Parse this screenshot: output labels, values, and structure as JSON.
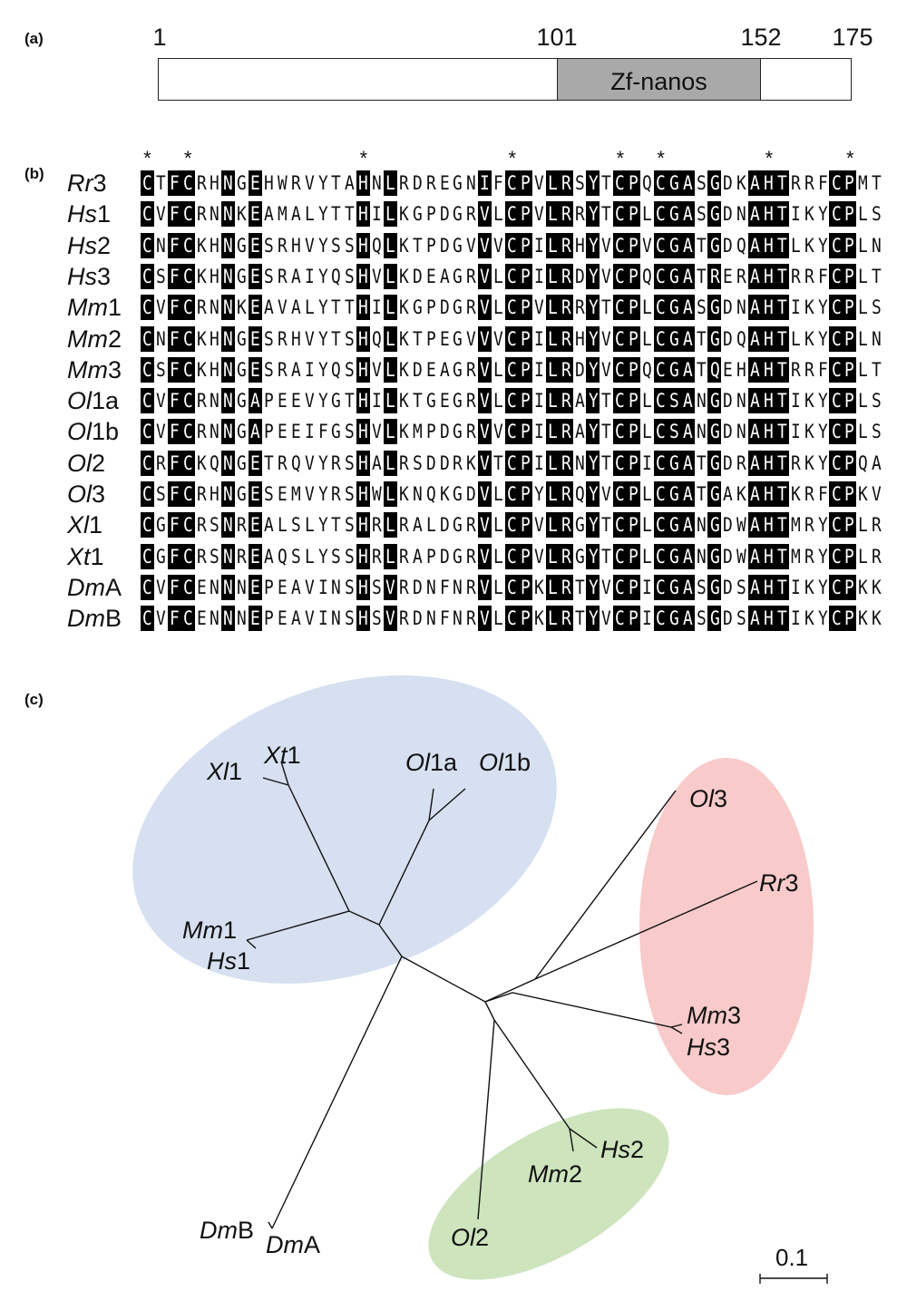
{
  "panel_a": {
    "label": "(a)",
    "positions": [
      "1",
      "101",
      "152",
      "175"
    ],
    "domain_label": "Zf-nanos"
  },
  "panel_b": {
    "label": "(b)",
    "conserved_marker": "*",
    "rows": [
      {
        "genus": "Rr",
        "suffix": "3",
        "seq": "CTFCRHNGEHWRVYTAHNLRDREGNIFCPVLRSYTCPQCGASGDKAHTRRFCPMT"
      },
      {
        "genus": "Hs",
        "suffix": "1",
        "seq": "CVFCRNNKEAMALYTTHILKGPDGRVLCPVLRRYTCPLCGASGDNAHTIKYCPLS"
      },
      {
        "genus": "Hs",
        "suffix": "2",
        "seq": "CNFCKHNGESRHVYSSHQLKTPDGVVVCPILRHYVCPVCGATGDQAHTLKYCPLN"
      },
      {
        "genus": "Hs",
        "suffix": "3",
        "seq": "CSFCKHNGESRAIYQSHVLKDEAGRVLCPILRDYVCPQCGATRERAHTRRFCPLT"
      },
      {
        "genus": "Mm",
        "suffix": "1",
        "seq": "CVFCRNNKEAVALYTTHILKGPDGRVLCPVLRRYTCPLCGASGDNAHTIKYCPLS"
      },
      {
        "genus": "Mm",
        "suffix": "2",
        "seq": "CNFCKHNGESRHVYTSHQLKTPEGVVVCPILRHYVCPLCGATGDQAHTLKYCPLN"
      },
      {
        "genus": "Mm",
        "suffix": "3",
        "seq": "CSFCKHNGESRAIYQSHVLKDEAGRVLCPILRDYVCPQCGATQEHAHTRRFCPLT"
      },
      {
        "genus": "Ol",
        "suffix": "1a",
        "seq": "CVFCRNNGAPEEVYGTHILKTGEGRVLCPILRAYTCPLCSANGDNAHTIKYCPLS"
      },
      {
        "genus": "Ol",
        "suffix": "1b",
        "seq": "CVFCRNNGAPEEIFGSHVLKMPDGRVVCPILRAYTCPLCSANGDNAHTIKYCPLS"
      },
      {
        "genus": "Ol",
        "suffix": "2",
        "seq": "CRFCKQNGETRQVYRSHALRSDDRKVTCPILRNYTCPICGATGDRAHTRKYCPQA"
      },
      {
        "genus": "Ol",
        "suffix": "3",
        "seq": "CSFCRHNGESEMVYRSHWLKNQKGDVLCPYLRQYVCPLCGATGAKAHTKRFCPKV"
      },
      {
        "genus": "Xl",
        "suffix": "1",
        "seq": "CGFCRSNREALSLYTSHRLRALDGRVLCPVLRGYTCPLCGANGDWAHTMRYCPLR"
      },
      {
        "genus": "Xt",
        "suffix": "1",
        "seq": "CGFCRSNREAQSLYSSHRLRAPDGRVLCPVLRGYTCPLCGANGDWAHTMRYCPLR"
      },
      {
        "genus": "Dm",
        "suffix": "A",
        "seq": "CVFCENNNEPEAVINSHSVRDNFNRVLCPKLRTYVCPICGASGDSAHTIKYCPKK"
      },
      {
        "genus": "Dm",
        "suffix": "B",
        "seq": "CVFCENNNEPEAVINSHSVRDNFNRVLCPKLRTYVCPICGASGDSAHTIKYCPKK"
      }
    ],
    "highlight_columns": [
      0,
      2,
      3,
      6,
      8,
      16,
      18,
      25,
      27,
      28,
      30,
      31,
      33,
      35,
      36,
      38,
      39,
      40,
      42,
      45,
      46,
      47,
      51,
      52
    ],
    "star_columns": [
      0,
      3,
      16,
      27,
      35,
      38,
      46,
      52
    ]
  },
  "panel_c": {
    "label": "(c)",
    "scale_label": "0.1",
    "leaves": {
      "Xl1": [
        "Xl",
        "1"
      ],
      "Xt1": [
        "Xt",
        "1"
      ],
      "Ol1a": [
        "Ol",
        "1a"
      ],
      "Ol1b": [
        "Ol",
        "1b"
      ],
      "Mm1": [
        "Mm",
        "1"
      ],
      "Hs1": [
        "Hs",
        "1"
      ],
      "Ol3": [
        "Ol",
        "3"
      ],
      "Rr3": [
        "Rr",
        "3"
      ],
      "Mm3": [
        "Mm",
        "3"
      ],
      "Hs3": [
        "Hs",
        "3"
      ],
      "Hs2": [
        "Hs",
        "2"
      ],
      "Mm2": [
        "Mm",
        "2"
      ],
      "Ol2": [
        "Ol",
        "2"
      ],
      "DmB": [
        "Dm",
        "B"
      ],
      "DmA": [
        "Dm",
        "A"
      ]
    },
    "colors": {
      "blue": "#d6e0f0",
      "pink": "#f8caca",
      "green": "#cde4bd"
    }
  }
}
